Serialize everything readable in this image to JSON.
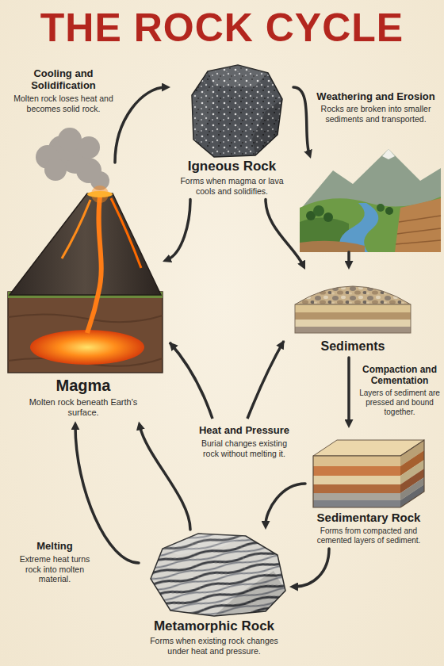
{
  "diagram": {
    "title": "THE ROCK CYCLE",
    "nodes": [
      {
        "text": [
          "Igneous Rock",
          "Forms when magma or lava cools and solidifies."
        ]
      },
      {
        "text": [
          "Weathering and Erosion",
          "Rocks are broken into smaller sediments and transported."
        ]
      },
      {
        "text": [
          "Magma",
          "Molten rock beneath Earth's surface."
        ]
      },
      {
        "text": [
          "Sediments"
        ]
      },
      {
        "text": [
          "Sedimentary Rock",
          "Forms from compacted and cemented layers of sediment."
        ]
      },
      {
        "text": [
          "Metamorphic Rock",
          "Forms when existing rock changes under heat and pressure."
        ]
      }
    ],
    "edges": [
      {
        "from": 2,
        "to": 0,
        "arrow": "to"
      },
      {
        "from": 0,
        "to": 1,
        "arrow": "to"
      },
      {
        "from": 0,
        "to": 2,
        "arrow": "to"
      },
      {
        "from": 0,
        "to": 3,
        "arrow": "to"
      },
      {
        "from": 1,
        "to": 3,
        "arrow": "to"
      },
      {
        "from": 3,
        "to": 4,
        "arrow": "to"
      },
      {
        "from": 4,
        "to": 5,
        "arrow": "to"
      },
      {
        "from": 4,
        "to": 5,
        "arrow": "to"
      },
      {
        "from": 5,
        "to": 2,
        "arrow": "to"
      },
      {
        "from": 5,
        "to": 2,
        "arrow": "to"
      }
    ],
    "labels": [
      "Cooling and Solidification",
      "Molten rock loses heat and becomes solid rock.",
      "Heat and Pressure",
      "Burial changes existing rock without melting it.",
      "Compaction and Cementation",
      "Layers of sediment are pressed and bound together.",
      "Melting",
      "Extreme heat turns rock into molten material."
    ]
  }
}
